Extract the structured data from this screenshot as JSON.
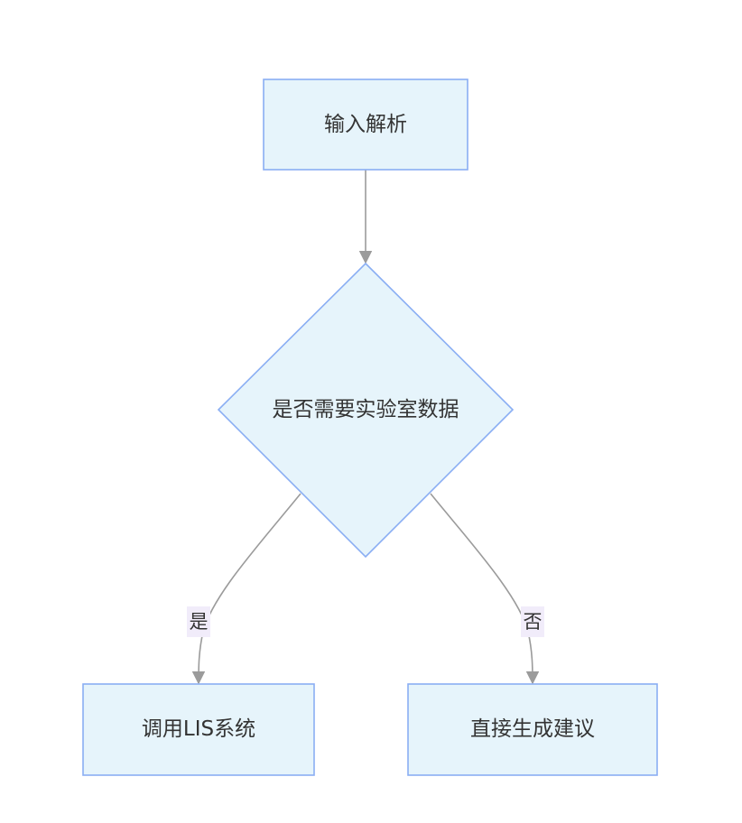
{
  "nodes": {
    "input": {
      "label": "输入解析"
    },
    "decision": {
      "label": "是否需要实验室数据"
    },
    "call_lis": {
      "label": "调用LIS系统"
    },
    "direct": {
      "label": "直接生成建议"
    }
  },
  "edges": {
    "yes": {
      "label": "是"
    },
    "no": {
      "label": "否"
    }
  },
  "colors": {
    "node_fill": "#e6f4fb",
    "node_stroke": "#8aaef3",
    "edge": "#9b9b9b",
    "edge_label_bg": "#f1ecfa"
  }
}
